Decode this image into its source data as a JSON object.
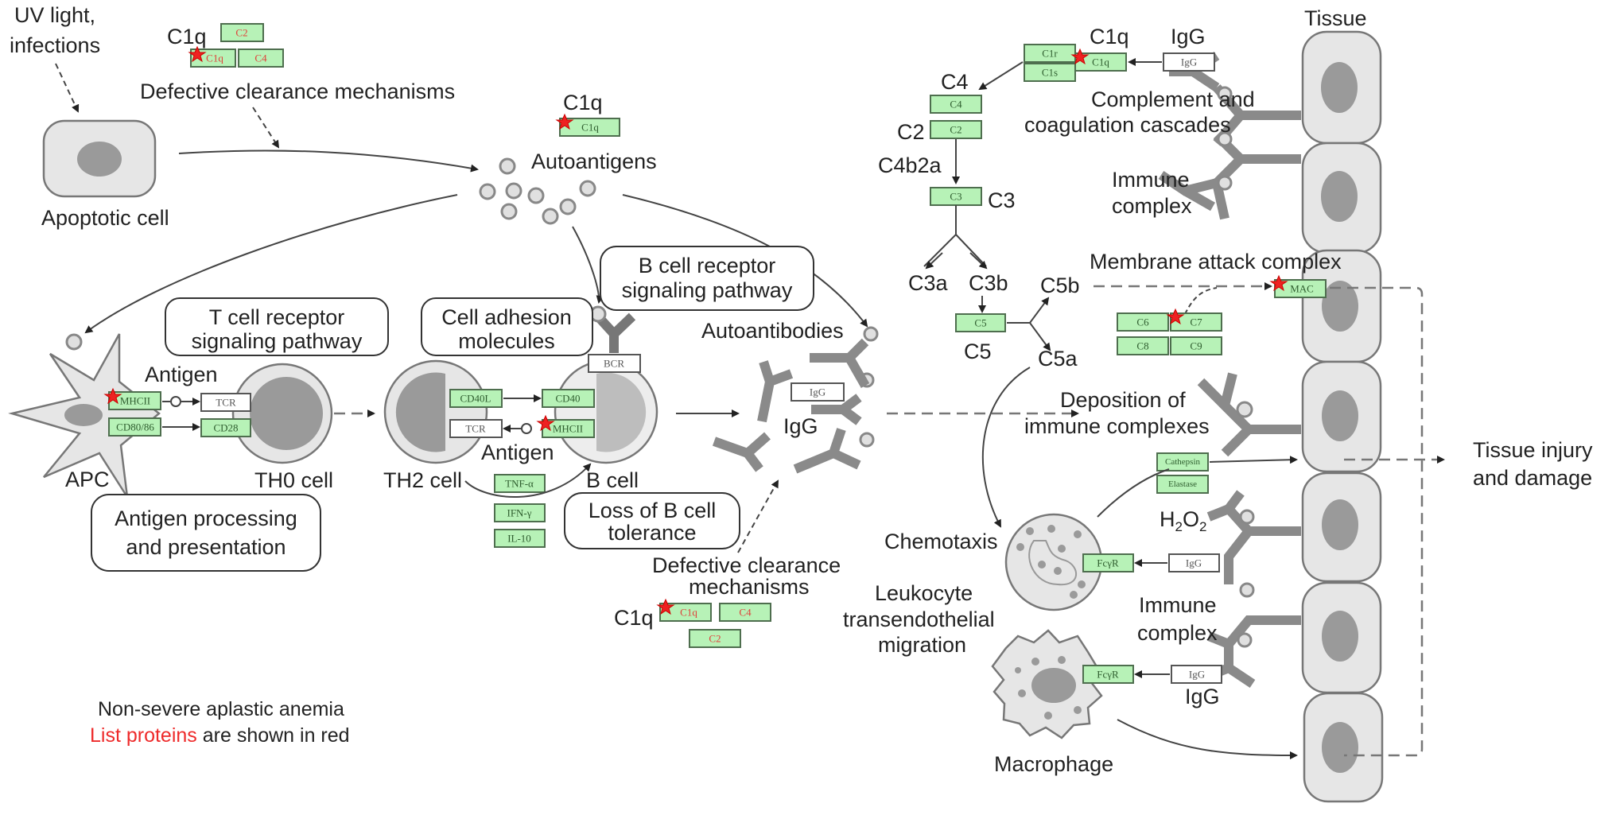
{
  "title": "Non-severe aplastic anemia",
  "legend": {
    "line1": "Non-severe aplastic anemia",
    "line2_red": "List proteins",
    "line2_rest": " are shown in red",
    "highlight_color": "#ee2a2a"
  },
  "colors": {
    "gene_fill": "#b7f2b7",
    "gene_stroke": "#4e6e4e",
    "hit_text": "#e0403a",
    "star": "#ee2222",
    "cell_fill": "#e6e6e6",
    "nucleus": "#9a9a9a"
  },
  "labels": {
    "uv_line1": "UV light,",
    "uv_line2": "infections",
    "apoptotic_cell": "Apoptotic cell",
    "c1q_top": "C1q",
    "defective_top": "Defective clearance mechanisms",
    "c1q_autoantigen": "C1q",
    "autoantigens": "Autoantigens",
    "antigen_apc": "Antigen",
    "apc": "APC",
    "th0_cell": "TH0 cell",
    "th2_cell": "TH2 cell",
    "b_cell": "B cell",
    "antigen_b": "Antigen",
    "autoantibodies": "Autoantibodies",
    "igg_center": "IgG",
    "defective_bottom_1": "Defective clearance",
    "defective_bottom_2": "mechanisms",
    "c1q_bottom": "C1q",
    "c1q_complement": "C1q",
    "igg_complement": "IgG",
    "tissue": "Tissue",
    "c4": "C4",
    "c2": "C2",
    "c4b2a": "C4b2a",
    "c3": "C3",
    "complement_1": "Complement and",
    "complement_2": "coagulation cascades",
    "immune_complex_top_1": "Immune",
    "immune_complex_top_2": "complex",
    "c3a": "C3a",
    "c3b": "C3b",
    "c5": "C5",
    "c5b": "C5b",
    "c5a": "C5a",
    "mac_label": "Membrane attack complex",
    "deposition_1": "Deposition of",
    "deposition_2": "immune complexes",
    "tissue_injury_1": "Tissue injury",
    "tissue_injury_2": "and damage",
    "h2o2_h": "H",
    "h2o2_2a": "2",
    "h2o2_o": "O",
    "h2o2_2b": "2",
    "chemotaxis": "Chemotaxis",
    "leuko_1": "Leukocyte",
    "leuko_2": "transendothelial",
    "leuko_3": "migration",
    "immune_complex_bottom_1": "Immune",
    "immune_complex_bottom_2": "complex",
    "igg_bottom": "IgG",
    "macrophage": "Macrophage"
  },
  "pathways": {
    "tcr_1": "T cell receptor",
    "tcr_2": "signaling pathway",
    "antigen_proc_1": "Antigen processing",
    "antigen_proc_2": "and presentation",
    "cell_adhesion_1": "Cell adhesion",
    "cell_adhesion_2": "molecules",
    "bcr_1": "B cell receptor",
    "bcr_2": "signaling pathway",
    "loss_tol_1": "Loss of B cell",
    "loss_tol_2": "tolerance"
  },
  "genes": {
    "top_c2": {
      "label": "C2",
      "hit": true
    },
    "top_c1q": {
      "label": "C1q",
      "hit": true,
      "star": true
    },
    "top_c4": {
      "label": "C4",
      "hit": true
    },
    "auto_c1q": {
      "label": "C1q",
      "hit": false,
      "star": true
    },
    "apc_mhcii": {
      "label": "MHCII",
      "hit": false,
      "star": true
    },
    "apc_cd8086": {
      "label": "CD80/86",
      "hit": false
    },
    "th0_tcr": {
      "label": "TCR",
      "white": true
    },
    "th0_cd28": {
      "label": "CD28",
      "hit": false
    },
    "th2_cd40l": {
      "label": "CD40L",
      "hit": false
    },
    "th2_tcr": {
      "label": "TCR",
      "white": true
    },
    "b_cd40": {
      "label": "CD40",
      "hit": false
    },
    "b_mhcii": {
      "label": "MHCII",
      "hit": false,
      "star": true
    },
    "b_bcr": {
      "label": "BCR",
      "white": true
    },
    "tnfa": {
      "label": "TNF-α",
      "hit": false
    },
    "ifng": {
      "label": "IFN-γ",
      "hit": false
    },
    "il10": {
      "label": "IL-10",
      "hit": false
    },
    "bottom_c1q": {
      "label": "C1q",
      "hit": true,
      "star": true
    },
    "bottom_c4": {
      "label": "C4",
      "hit": true
    },
    "bottom_c2": {
      "label": "C2",
      "hit": true
    },
    "center_igg": {
      "label": "IgG",
      "white": true
    },
    "comp_c1r": {
      "label": "C1r",
      "hit": false
    },
    "comp_c1s": {
      "label": "C1s",
      "hit": false
    },
    "comp_c1q": {
      "label": "C1q",
      "hit": false,
      "star": true
    },
    "comp_igg": {
      "label": "IgG",
      "white": true
    },
    "comp_c4": {
      "label": "C4",
      "hit": false
    },
    "comp_c2": {
      "label": "C2",
      "hit": false
    },
    "comp_c3": {
      "label": "C3",
      "hit": false
    },
    "comp_c5": {
      "label": "C5",
      "hit": false
    },
    "mac_c6": {
      "label": "C6",
      "hit": false
    },
    "mac_c7": {
      "label": "C7",
      "hit": false,
      "star": true
    },
    "mac_c8": {
      "label": "C8",
      "hit": false
    },
    "mac_c9": {
      "label": "C9",
      "hit": false
    },
    "mac": {
      "label": "MAC",
      "hit": false,
      "star": true
    },
    "cathepsin": {
      "label": "Cathepsin",
      "hit": false
    },
    "elastase": {
      "label": "Elastase",
      "hit": false
    },
    "neut_fcgr": {
      "label": "FcγR",
      "hit": false
    },
    "neut_igg": {
      "label": "IgG",
      "white": true
    },
    "mac_fcgr": {
      "label": "FcγR",
      "hit": false
    },
    "mac_igg": {
      "label": "IgG",
      "white": true
    }
  }
}
